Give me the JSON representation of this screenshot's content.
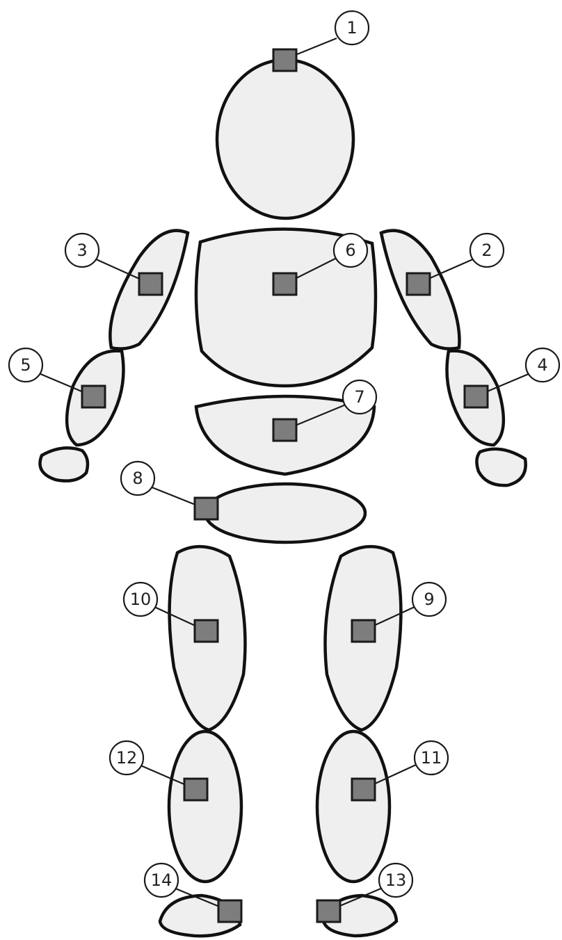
{
  "sensors": [
    {
      "id": "1",
      "label": "1",
      "body_part": "head"
    },
    {
      "id": "2",
      "label": "2",
      "body_part": "upper-arm"
    },
    {
      "id": "3",
      "label": "3",
      "body_part": "upper-arm"
    },
    {
      "id": "4",
      "label": "4",
      "body_part": "forearm"
    },
    {
      "id": "5",
      "label": "5",
      "body_part": "forearm"
    },
    {
      "id": "6",
      "label": "6",
      "body_part": "chest"
    },
    {
      "id": "7",
      "label": "7",
      "body_part": "abdomen"
    },
    {
      "id": "8",
      "label": "8",
      "body_part": "pelvis"
    },
    {
      "id": "9",
      "label": "9",
      "body_part": "thigh"
    },
    {
      "id": "10",
      "label": "10",
      "body_part": "thigh"
    },
    {
      "id": "11",
      "label": "11",
      "body_part": "shin"
    },
    {
      "id": "12",
      "label": "12",
      "body_part": "shin"
    },
    {
      "id": "13",
      "label": "13",
      "body_part": "foot"
    },
    {
      "id": "14",
      "label": "14",
      "body_part": "foot"
    }
  ],
  "colors": {
    "body_fill": "#efefef",
    "outline": "#111111",
    "sensor_fill": "#7d7d7d",
    "label_fill": "#ffffff"
  }
}
